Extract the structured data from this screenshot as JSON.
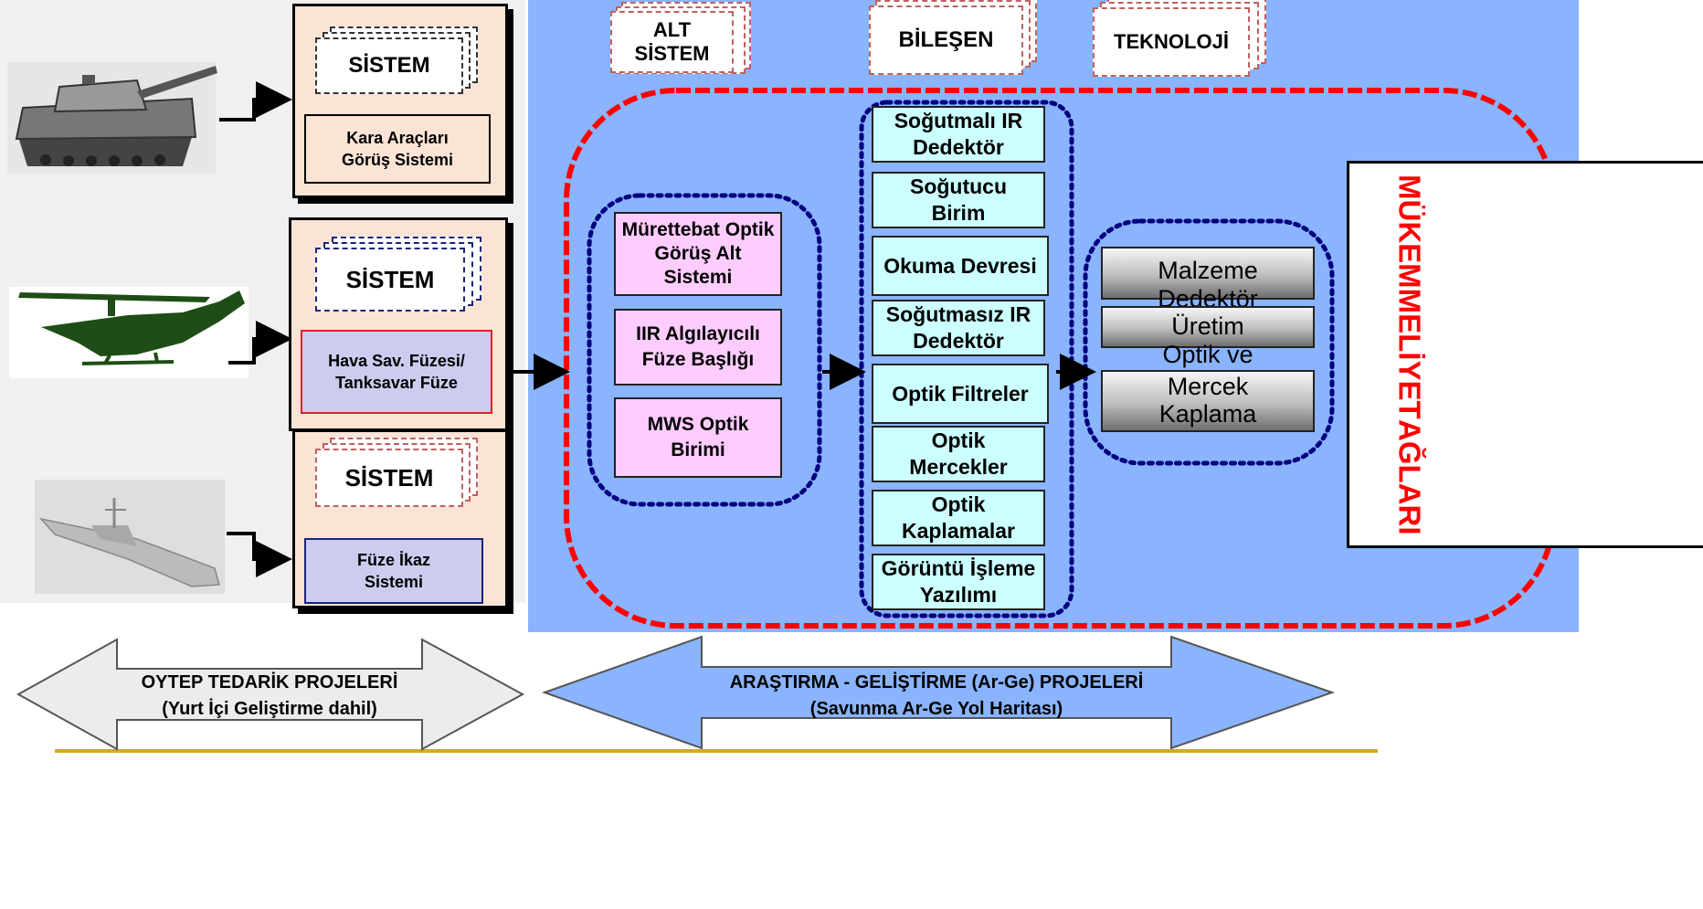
{
  "top_docs": {
    "alt_sistem": "ALT SİSTEM",
    "bilesen": "BİLEŞEN",
    "teknoloji": "TEKNOLOJİ"
  },
  "systems": [
    {
      "doc_label": "SİSTEM",
      "inner": "Kara Araçları Görüş Sistemi"
    },
    {
      "doc_label": "SİSTEM",
      "inner": "Hava Sav. Füzesi/ Tanksavar Füze"
    },
    {
      "doc_label": "SİSTEM",
      "inner": "Füze İkaz Sistemi"
    }
  ],
  "subsystems": [
    "Mürettebat Optik Görüş Alt Sistemi",
    "IIR Algılayıcılı Füze Başlığı",
    "MWS Optik Birimi"
  ],
  "components": [
    "Soğutmalı IR Dedektör",
    "Soğutucu Birim",
    "Okuma Devresi",
    "Soğutmasız IR Dedektör",
    "Optik Filtreler",
    "Optik Mercekler",
    "Optik Kaplamalar",
    "Görüntü İşleme Yazılımı"
  ],
  "technologies": {
    "box1": "Malzeme",
    "box1_overflow": "Dedektör",
    "box2": "Üretim",
    "box2_overflow": "Optik ve",
    "box3": "Mercek Kaplama"
  },
  "excellence": {
    "line1": "MÜKEMMELİYET",
    "line2": "AĞLARI"
  },
  "arrows": {
    "left_line1": "OYTEP TEDARİK PROJELERİ",
    "left_line2": "(Yurt İçi Geliştirme dahil)",
    "right_line1": "ARAŞTIRMA - GELİŞTİRME (Ar-Ge) PROJELERİ",
    "right_line2": "(Savunma Ar-Ge Yol Haritası)"
  },
  "colors": {
    "panel_blue": "#8ab4fd",
    "accent_red": "#ff0000",
    "dotted_navy": "#000080",
    "gold_line": "#d4a82a"
  },
  "icons": [
    "tank-image",
    "helicopter-image",
    "warship-image"
  ]
}
